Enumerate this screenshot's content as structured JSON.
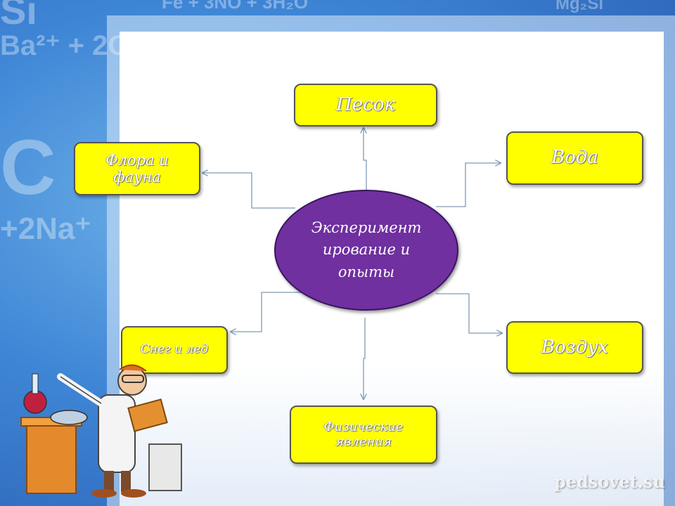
{
  "diagram": {
    "center": "Эксперимент ирование  и опыты",
    "nodes": {
      "sand": "Песок",
      "flora": "Флора и фауна",
      "water": "Вода",
      "snow": "Снег и лед",
      "air": "Воздух",
      "physics": "Физические явления"
    }
  },
  "watermark": "pedsovet.su",
  "colors": {
    "node_fill": "#ffff00",
    "center_fill": "#7030a0",
    "connector": "#7f9bb5"
  },
  "icons": [
    "scientist-illustration"
  ]
}
